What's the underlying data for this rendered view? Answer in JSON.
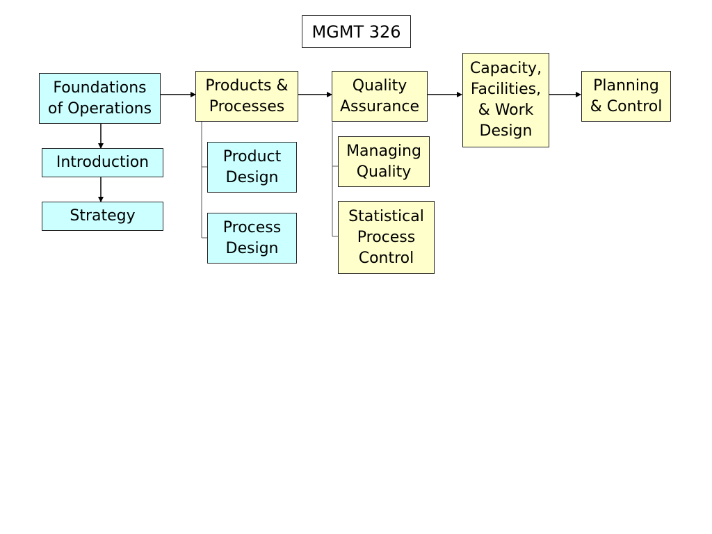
{
  "title": "MGMT 326",
  "nodes": {
    "foundations": "Foundations\nof Operations",
    "introduction": "Introduction",
    "strategy": "Strategy",
    "products_processes": "Products &\nProcesses",
    "product_design": "Product\nDesign",
    "process_design": "Process\nDesign",
    "quality_assurance": "Quality\nAssurance",
    "managing_quality": "Managing\nQuality",
    "statistical_process_control": "Statistical\nProcess\nControl",
    "capacity_facilities": "Capacity,\nFacilities,\n& Work\nDesign",
    "planning_control": "Planning\n& Control"
  },
  "colors": {
    "foundation_fill": "#ccffff",
    "core_fill": "#ffffcc",
    "line": "#000000"
  }
}
